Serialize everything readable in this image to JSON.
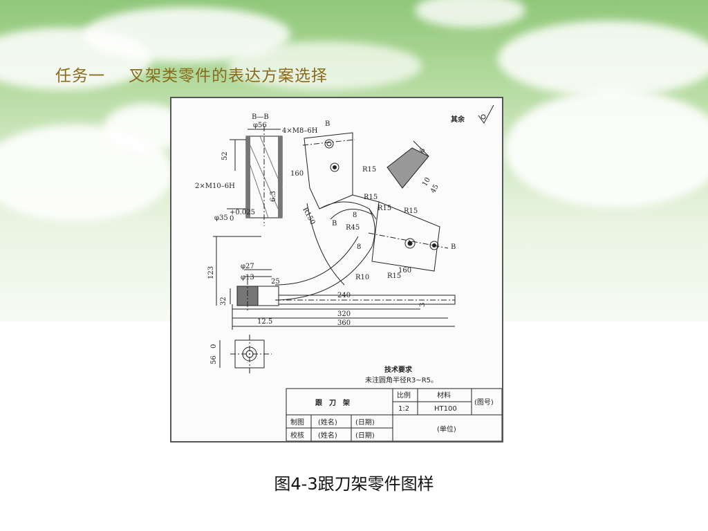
{
  "slide": {
    "title_task": "任务一",
    "title_text": "叉架类零件的表达方案选择",
    "caption": "图4-3跟刀架零件图样"
  },
  "drawing": {
    "surface_note": "其余",
    "section_label": "B—B",
    "dims": {
      "d56": "φ56",
      "thread_top": "4×M8–6H",
      "d52": "52",
      "thread_left": "2×M10–6H",
      "d35": "φ35",
      "d35_tol": "+0.025",
      "d35_tol0": "0",
      "roughness_63": "6.3",
      "b_top": "B",
      "a160_top": "160",
      "r15_a": "R15",
      "r15_b": "R15",
      "r15_c": "R15",
      "r150": "R150",
      "r45": "R45",
      "d8a": "8",
      "d8b": "8",
      "b_left": "B",
      "b_right": "B",
      "d6": "6",
      "d10": "10",
      "d45": "45",
      "r15_d": "R15",
      "a160_bot": "160",
      "r10": "R10",
      "r15_e": "R15",
      "d123": "123",
      "d27": "φ27",
      "d13": "φ13",
      "d25": "25",
      "d32": "32",
      "d12_5": "12.5",
      "d240": "240",
      "d320": "320",
      "d360": "360",
      "d3": "3",
      "d56b": "56",
      "d0": "0"
    },
    "tech_title": "技术要求",
    "tech_note": "未注圆角半径R3~R5。",
    "title_block": {
      "part_name": "跟　刀　架",
      "scale_label": "比例",
      "scale_value": "1:2",
      "material_label": "材料",
      "material_value": "HT100",
      "drawing_no": "(图号)",
      "drawn_label": "制图",
      "checked_label": "校核",
      "name1": "(姓名)",
      "date1": "(日期)",
      "name2": "(姓名)",
      "date2": "(日期)",
      "unit": "(单位)"
    }
  }
}
